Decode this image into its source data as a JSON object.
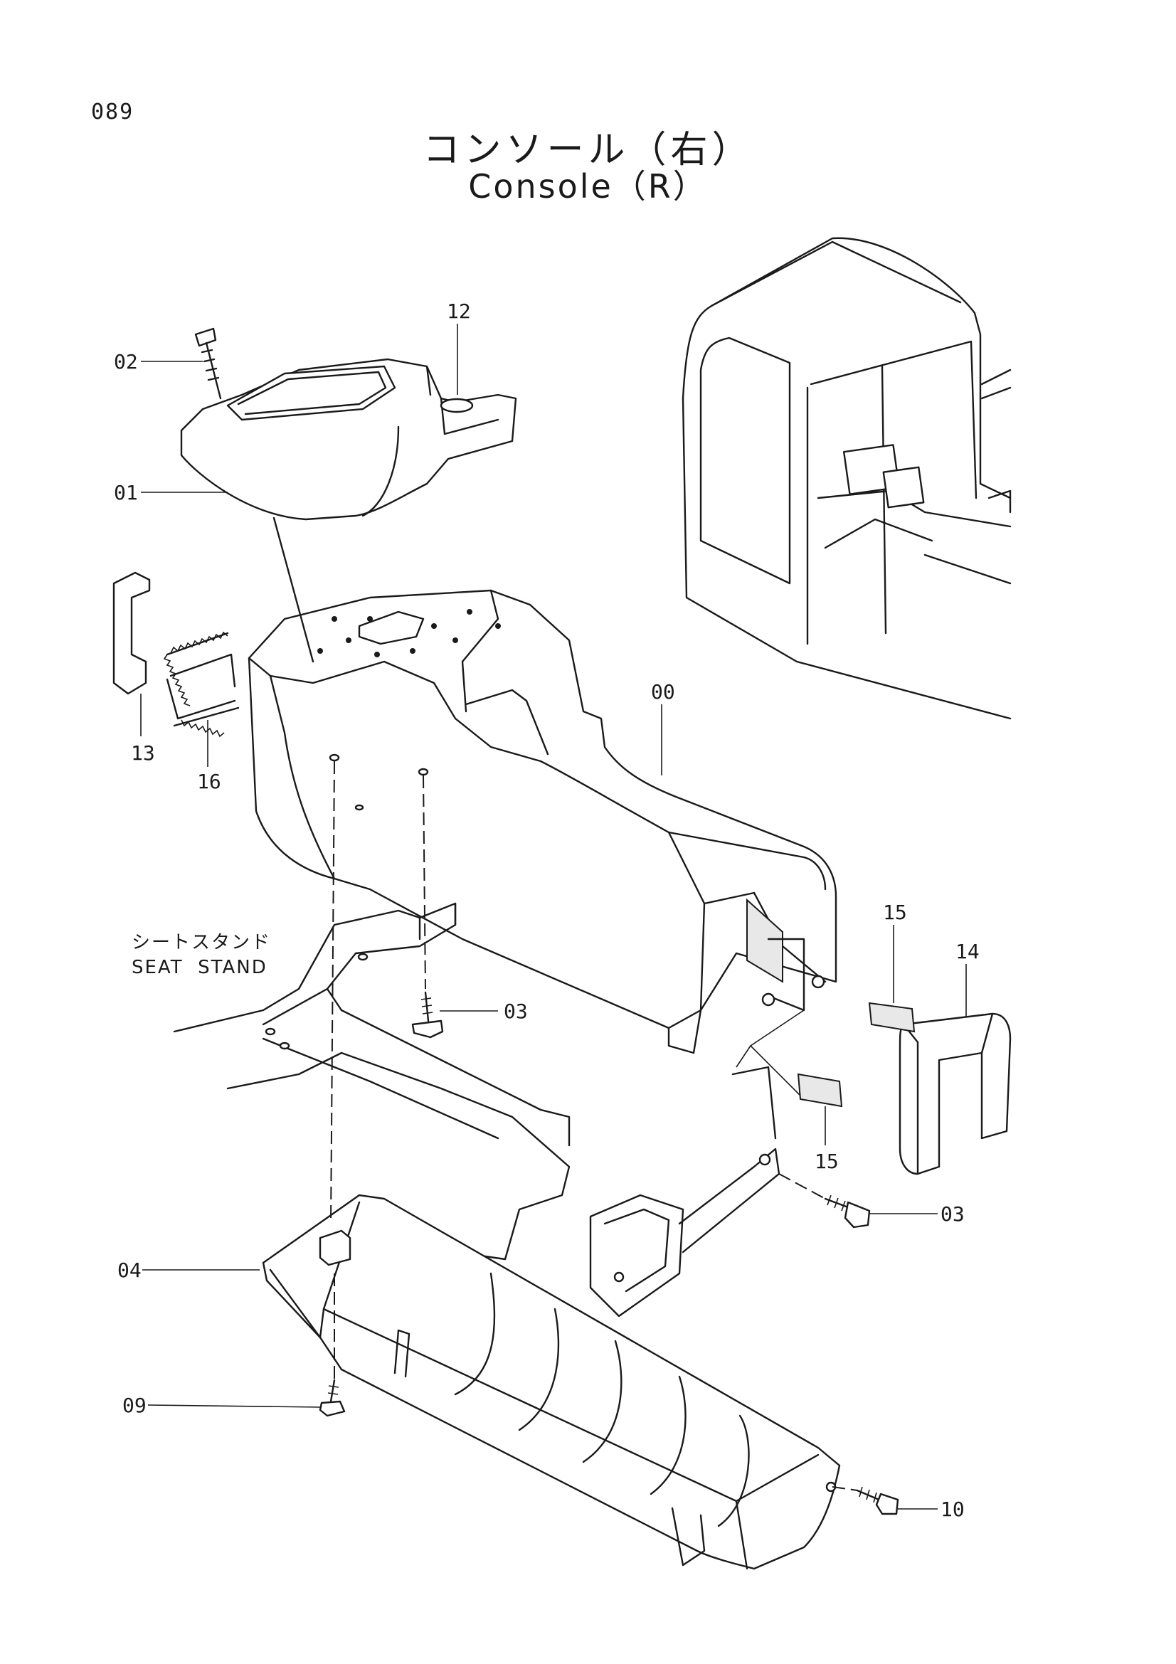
{
  "page_number": "089",
  "title_jp": "コンソール（右）",
  "title_en": "Console（R）",
  "seat_stand_label_jp": "シートスタンド",
  "seat_stand_label_en": "SEAT  STAND",
  "callouts": [
    "00",
    "01",
    "02",
    "03",
    "03",
    "04",
    "09",
    "10",
    "12",
    "13",
    "14",
    "15",
    "15",
    "16"
  ]
}
